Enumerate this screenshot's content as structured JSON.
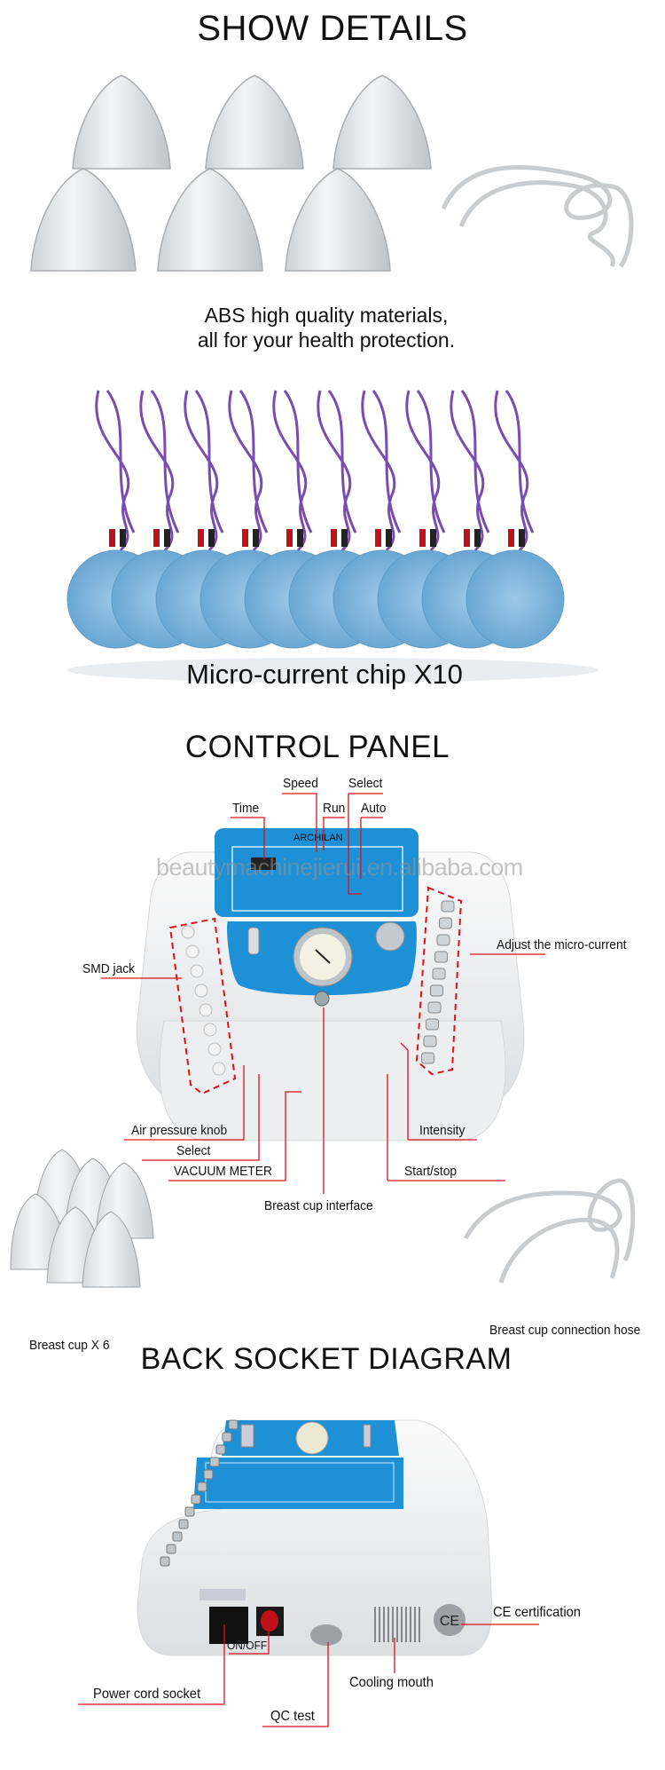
{
  "sections": {
    "show_details": {
      "title": "SHOW DETAILS",
      "caption_line1": "ABS high quality materials,",
      "caption_line2": "all for your health protection.",
      "chip_caption": "Micro-current chip X10"
    },
    "control_panel": {
      "title": "CONTROL PANEL",
      "brand": "ARCHILAN",
      "watermark": "beautymachinejierui.en.alibaba.com",
      "labels": {
        "time": "Time",
        "speed": "Speed",
        "run": "Run",
        "select_top": "Select",
        "auto": "Auto",
        "smd_jack": "SMD jack",
        "adjust": "Adjust the micro-current",
        "air_pressure": "Air pressure knob",
        "select_bottom": "Select",
        "vacuum_meter": "VACUUM METER",
        "intensity": "Intensity",
        "start_stop": "Start/stop",
        "breast_cup_interface": "Breast cup interface"
      },
      "breast_cup_count": "Breast cup X 6",
      "hose": "Breast cup connection hose"
    },
    "back_socket": {
      "title": "BACK SOCKET DIAGRAM",
      "labels": {
        "ce": "CE certification",
        "on_off": "ON/OFF",
        "cooling": "Cooling mouth",
        "power_cord": "Power cord socket",
        "qc": "QC test"
      }
    }
  },
  "colors": {
    "panel_blue": "#1e90d6",
    "leader_red": "#e0101a",
    "cable_purple": "#7a4bb0",
    "chip_blue": "#7fb6dd"
  }
}
